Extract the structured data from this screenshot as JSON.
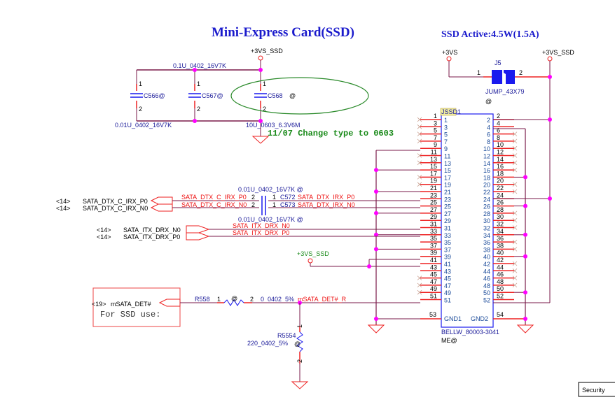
{
  "titles": {
    "main": "Mini-Express Card(SSD)",
    "power": "SSD Active:4.5W(1.5A)"
  },
  "power_rails": {
    "top_cap_rail": "+3VS_SSD",
    "jumper_in": "+3VS",
    "jumper_out": "+3VS_SSD",
    "mid_rail": "+3VS_SSD"
  },
  "caps": {
    "top_value": "0.1U_0402_16V7K",
    "bottom_value": "0.01U_0402_16V7K",
    "c568_value": "10U_0603_6.3V6M",
    "items": [
      {
        "ref": "C566@",
        "pin1": "1",
        "pin2": "2"
      },
      {
        "ref": "C567@",
        "pin1": "1",
        "pin2": "2"
      },
      {
        "ref": "C568",
        "at": "@",
        "pin1": "1",
        "pin2": "2"
      }
    ],
    "note": "11/07 Change type to 0603"
  },
  "jumper": {
    "ref": "J5",
    "part": "JUMP_43X79",
    "at": "@",
    "pin1": "1",
    "pin2": "2"
  },
  "connector": {
    "ref": "JSSD1",
    "part": "BELLW_80003-3041",
    "me": "ME@",
    "gnd1": "GND1",
    "gnd2": "GND2",
    "left_pins": [
      "1",
      "3",
      "5",
      "7",
      "9",
      "11",
      "13",
      "15",
      "17",
      "19",
      "21",
      "23",
      "25",
      "27",
      "29",
      "31",
      "33",
      "35",
      "37",
      "39",
      "41",
      "43",
      "45",
      "47",
      "49",
      "51"
    ],
    "right_pins": [
      "2",
      "4",
      "6",
      "8",
      "10",
      "12",
      "14",
      "16",
      "18",
      "20",
      "22",
      "24",
      "26",
      "28",
      "30",
      "32",
      "34",
      "36",
      "38",
      "40",
      "42",
      "44",
      "46",
      "48",
      "50",
      "52"
    ],
    "pin53": "53",
    "pin54": "54"
  },
  "sata_caps": {
    "top_value": "0.01U_0402_16V7K @",
    "bottom_value": "0.01U_0402_16V7K @",
    "c572": {
      "ref": "C572",
      "pin_l": "2",
      "pin_r": "1",
      "net_in": "SATA_DTX_C_IRX_P0",
      "net_out": "SATA_DTX_IRX_P0"
    },
    "c573": {
      "ref": "C573",
      "pin_l": "2",
      "pin_r": "1",
      "net_in": "SATA_DTX_C_IRX_N0",
      "net_out": "SATA_DTX_IRX_N0"
    }
  },
  "offpage": {
    "dtx_p0": {
      "sheet": "<14>",
      "net": "SATA_DTX_C_IRX_P0"
    },
    "dtx_n0": {
      "sheet": "<14>",
      "net": "SATA_DTX_C_IRX_N0"
    },
    "itx_n0": {
      "sheet": "<14>",
      "net": "SATA_ITX_DRX_N0"
    },
    "itx_p0": {
      "sheet": "<14>",
      "net": "SATA_ITX_DRX_P0"
    },
    "det": {
      "sheet": "<19>",
      "net": "mSATA_DET#"
    }
  },
  "nets": {
    "itx_n0": "SATA_ITX_DRX_N0",
    "itx_p0": "SATA_ITX_DRX_P0",
    "det_r": "mSATA_DET#_R"
  },
  "r558": {
    "ref": "R558",
    "pin1": "1",
    "at": "@",
    "pin2": "2",
    "value": "0_0402_5%"
  },
  "r5554": {
    "ref": "R5554",
    "value": "220_0402_5%",
    "at": "@",
    "pin1": "1",
    "pin2": "2"
  },
  "ssd_note": "For SSD use:",
  "title_block": {
    "security": "Security"
  },
  "colors": {
    "wire": "#7a1a4a",
    "pin": "#ee2222",
    "junction": "#ff00ff",
    "component": "#1a1aee",
    "label_blue": "#1a1a99",
    "net_red": "#ee1111",
    "note_green": "#1a8a1a"
  }
}
